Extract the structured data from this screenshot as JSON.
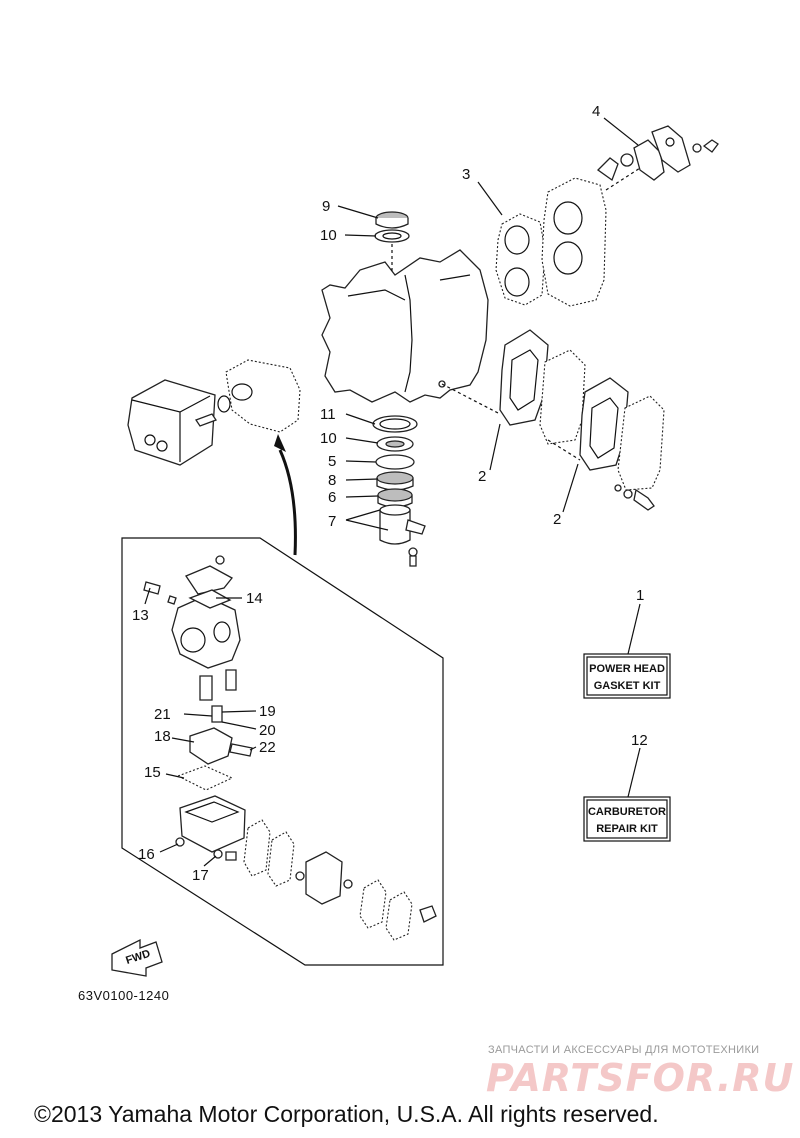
{
  "callouts": [
    "1",
    "2",
    "3",
    "4",
    "5",
    "6",
    "7",
    "8",
    "9",
    "10",
    "11",
    "12",
    "13",
    "14",
    "15",
    "16",
    "17",
    "18",
    "19",
    "20",
    "21",
    "22"
  ],
  "kits": {
    "power_head": [
      "POWER HEAD",
      "GASKET KIT"
    ],
    "carburetor": [
      "CARBURETOR",
      "REPAIR KIT"
    ]
  },
  "fwd_label": "FWD",
  "doc_number": "63V0100-1240",
  "watermark": {
    "caption": "ЗАПЧАСТИ И АКСЕССУАРЫ ДЛЯ МОТОТЕХНИКИ",
    "logo": "PARTSFOR.RU"
  },
  "copyright": "©2013 Yamaha Motor Corporation, U.S.A. All rights reserved."
}
